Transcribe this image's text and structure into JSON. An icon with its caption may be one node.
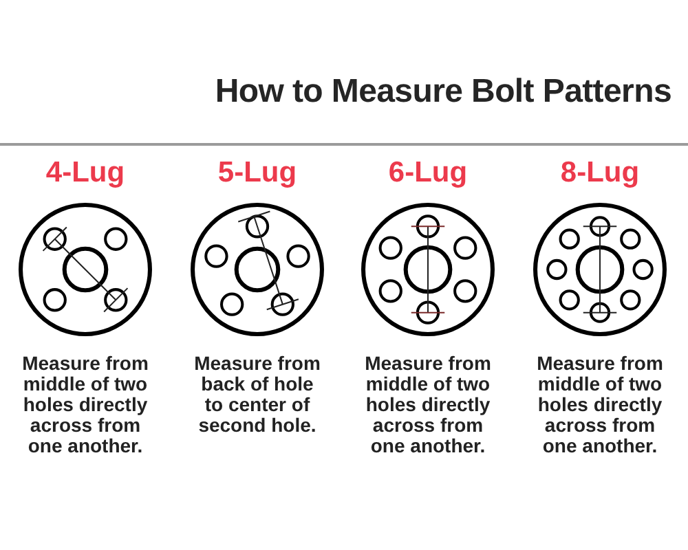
{
  "diagram": {
    "title": "How to Measure Bolt Patterns",
    "labels": [
      "4-Lug",
      "5-Lug",
      "6-Lug",
      "8-Lug",
      "Measure from middle of two holes directly across from one another.",
      "Measure from back of hole to center of second hole.",
      "Measure from middle of two holes directly across from one another.",
      "Measure from middle of two holes directly across from one another."
    ]
  }
}
